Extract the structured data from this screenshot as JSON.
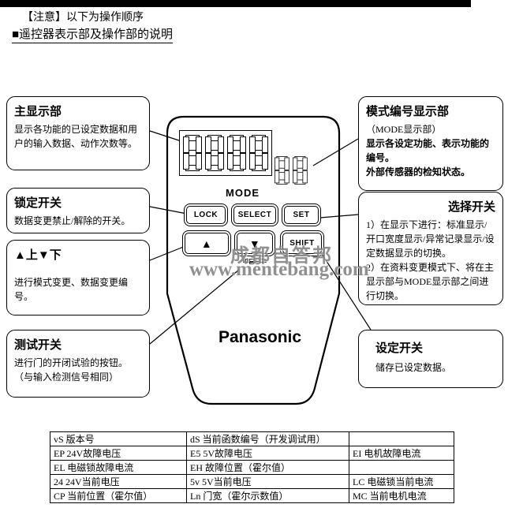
{
  "page": {
    "notice": "【注意】以下为操作顺序",
    "heading": "■遥控器表示部及操作部的说明"
  },
  "remote": {
    "main_display_digits": "8888",
    "mode_display_digits": "88",
    "mode_label": "MODE",
    "buttons": {
      "lock": "LOCK",
      "select": "SELECT",
      "set": "SET",
      "up": "▲",
      "down": "▼",
      "shift": "SHIFT"
    },
    "test_label": "TEST",
    "brand": "Panasonic"
  },
  "callouts": {
    "main_display": {
      "title": "主显示部",
      "body": "显示各功能的已设定数据和用户的输入数据、动作次数等。"
    },
    "mode_display": {
      "title": "模式编号显示部",
      "line1": "（MODE显示部）",
      "line2": "显示各设定功能、表示功能的编号。",
      "line3": "外部传感器的检知状态。"
    },
    "lock_switch": {
      "title": "锁定开关",
      "body": "数据变更禁止/解除的开关。"
    },
    "select_switch": {
      "title": "选择开关",
      "body1": "1）在显示下进行：标准显示/开口宽度显示/异常记录显示/设定数据显示的切换。",
      "body2": "2）在资料变更模式下、将在主显示部与MODE显示部之间进行切换。"
    },
    "up_down": {
      "title": "▲上▼下",
      "body": "进行模式变更、数据变更编号。"
    },
    "test_switch": {
      "title": "测试开关",
      "body1": "进行门的开闭试验的按钮。",
      "body2": "（与输入检测信号相同）"
    },
    "set_switch": {
      "title": "设定开关",
      "body": "储存已设定数据。"
    }
  },
  "watermark": {
    "line1": "成都自答邦",
    "line2": "www.mentebang.com"
  },
  "table": {
    "rows": [
      [
        "vS 版本号",
        "dS 当前函数编号（开发调试用）",
        ""
      ],
      [
        "EP 24V故障电压",
        "E5 5V故障电压",
        "EI 电机故障电流"
      ],
      [
        "EL 电磁锁故障电流",
        "EH 故障位置（霍尔值）",
        ""
      ],
      [
        "24 24V当前电压",
        "5v 5V当前电压",
        "LC 电磁锁当前电流"
      ],
      [
        "CP 当前位置（霍尔值）",
        "Ln 门宽（霍尔示数值）",
        "MC 当前电机电流"
      ]
    ]
  }
}
